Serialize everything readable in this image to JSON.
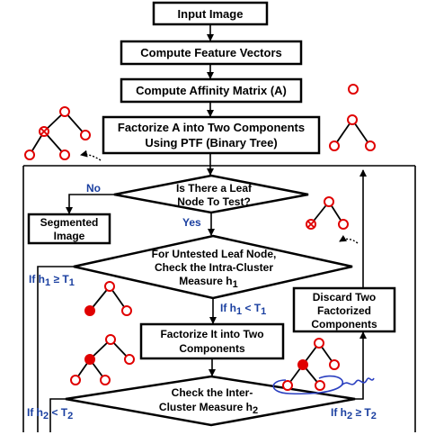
{
  "boxes": {
    "input_image": "Input Image",
    "compute_features": "Compute Feature Vectors",
    "compute_affinity": "Compute Affinity Matrix (A)",
    "factorize_a_line1": "Factorize A into Two Components",
    "factorize_a_line2": "Using PTF (Binary Tree)",
    "segmented_line1": "Segmented",
    "segmented_line2": "Image",
    "factorize_it_line1": "Factorize It into Two",
    "factorize_it_line2": "Components",
    "discard_line1": "Discard Two",
    "discard_line2": "Factorized",
    "discard_line3": "Components"
  },
  "decisions": {
    "leaf_test_line1": "Is There a Leaf",
    "leaf_test_line2": "Node To Test?",
    "intra_line1": "For Untested Leaf Node,",
    "intra_line2": "Check the Intra-Cluster",
    "intra_line3": "Measure h",
    "intra_sub": "1",
    "inter_line1": "Check the Inter-",
    "inter_line2": "Cluster Measure h",
    "inter_sub": "2"
  },
  "labels": {
    "no": "No",
    "yes": "Yes",
    "if_h1_ge": "If  h",
    "if_h1_ge_rel": " ≥ T",
    "if_h1_lt": "If  h",
    "if_h1_lt_rel": " < T",
    "if_h2_lt": "If  h",
    "if_h2_lt_rel": " < T",
    "if_h2_ge": "If  h",
    "if_h2_ge_rel": " ≥ T",
    "sub1": "1",
    "sub2": "2"
  },
  "colors": {
    "node_stroke": "#e00000",
    "label_blue": "#1a3fa0",
    "annotation_blue": "#2a3fc0"
  }
}
